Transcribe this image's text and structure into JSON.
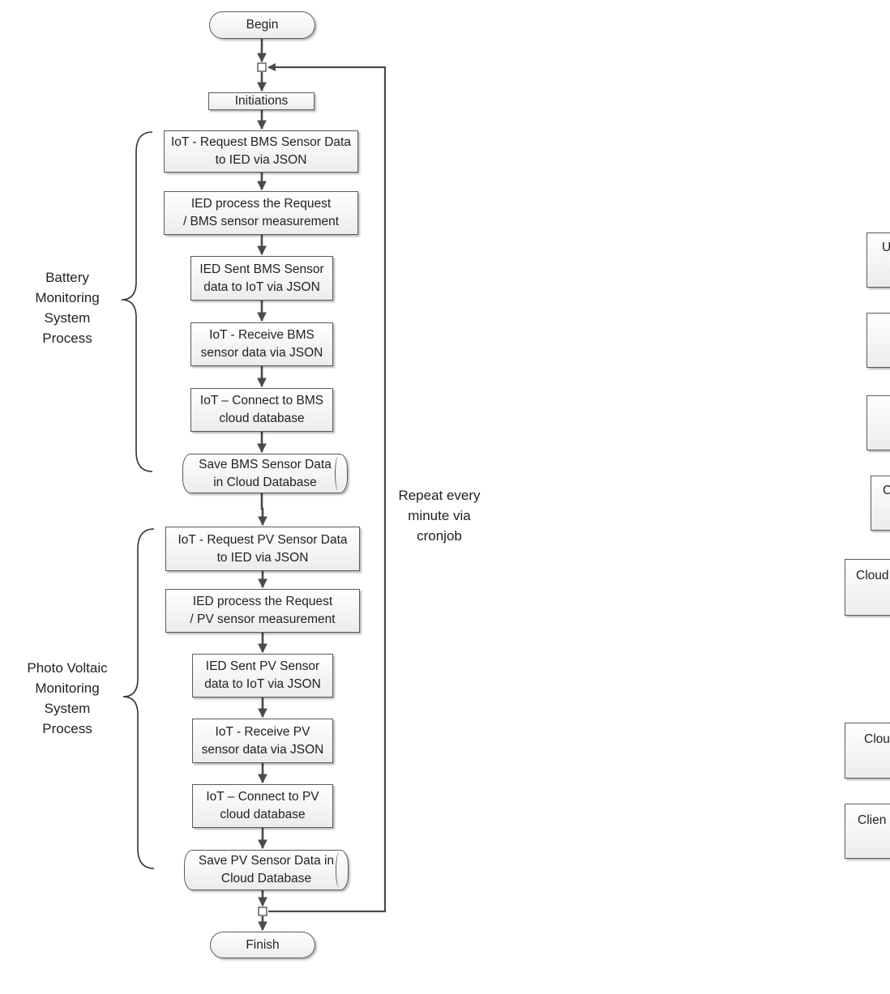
{
  "begin": "Begin",
  "initiations": "Initiations",
  "bms": {
    "group_label": "Battery\nMonitoring\nSystem\nProcess",
    "steps": [
      "IoT - Request BMS Sensor Data\nto IED via JSON",
      "IED process the Request\n/ BMS sensor measurement",
      "IED Sent BMS Sensor\ndata to IoT via JSON",
      "IoT - Receive BMS\nsensor data via JSON",
      "IoT – Connect to BMS\ncloud database"
    ],
    "save": "Save BMS Sensor Data\nin Cloud Database"
  },
  "pv": {
    "group_label": "Photo Voltaic\nMonitoring\nSystem\nProcess",
    "steps": [
      "IoT - Request PV Sensor Data\nto IED via JSON",
      "IED process the Request\n/ PV sensor measurement",
      "IED Sent PV Sensor\ndata to IoT via JSON",
      "IoT - Receive PV\nsensor data via JSON",
      "IoT – Connect to PV\ncloud database"
    ],
    "save": "Save PV Sensor Data in\nCloud Database"
  },
  "loop_label": "Repeat every\nminute via\ncronjob",
  "finish": "Finish",
  "right_partial": [
    "U",
    "",
    "(",
    "C",
    "Cloud",
    "Clou",
    "Clien"
  ]
}
